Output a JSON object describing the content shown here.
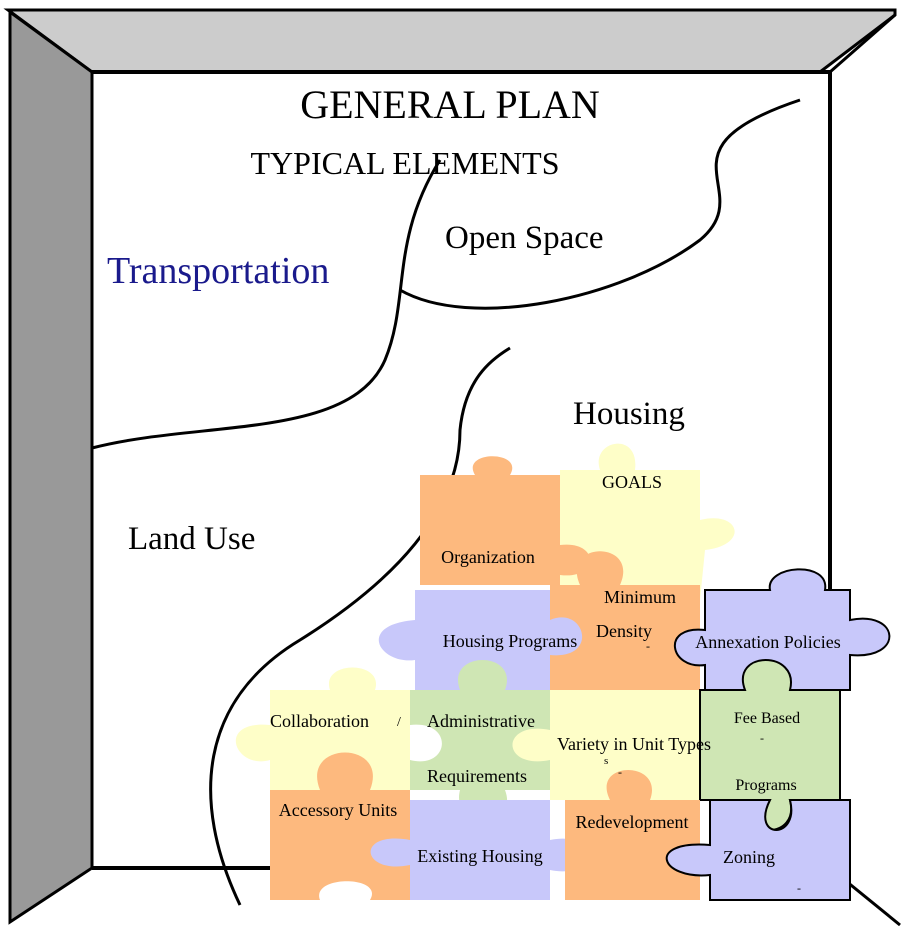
{
  "title": "GENERAL  PLAN",
  "subtitle": "TYPICAL ELEMENTS",
  "regions": {
    "transportation": "Transportation",
    "open_space": "Open Space",
    "housing": "Housing",
    "land_use": "Land Use"
  },
  "pieces": {
    "goals": "GOALS",
    "organization": "Organization",
    "minimum": "Minimum",
    "density": "Density",
    "housing_programs": "Housing Programs",
    "annexation_policies": "Annexation Policies",
    "collaboration": "Collaboration",
    "collab_slash": "/",
    "administrative": "Administrative",
    "requirements": "Requirements",
    "variety": "Variety in Unit Types",
    "variety_mark": "s",
    "fee_based": "Fee Based",
    "fee_mark": "-",
    "programs": "Programs",
    "accessory_units": "Accessory Units",
    "redevelopment": "Redevelopment",
    "redev_mark": "-",
    "existing_housing": "Existing Housing",
    "zoning": "Zoning",
    "zoning_mark": "-",
    "density_mark": "-"
  },
  "colors": {
    "frame_top": "#cccccc",
    "frame_left": "#999999",
    "region_text": "#000000",
    "transportation_text": "#1a1a8c",
    "orange": "#fdb97e",
    "yellow": "#fefec8",
    "blue": "#c8c8fa",
    "green": "#cfe6b4"
  }
}
